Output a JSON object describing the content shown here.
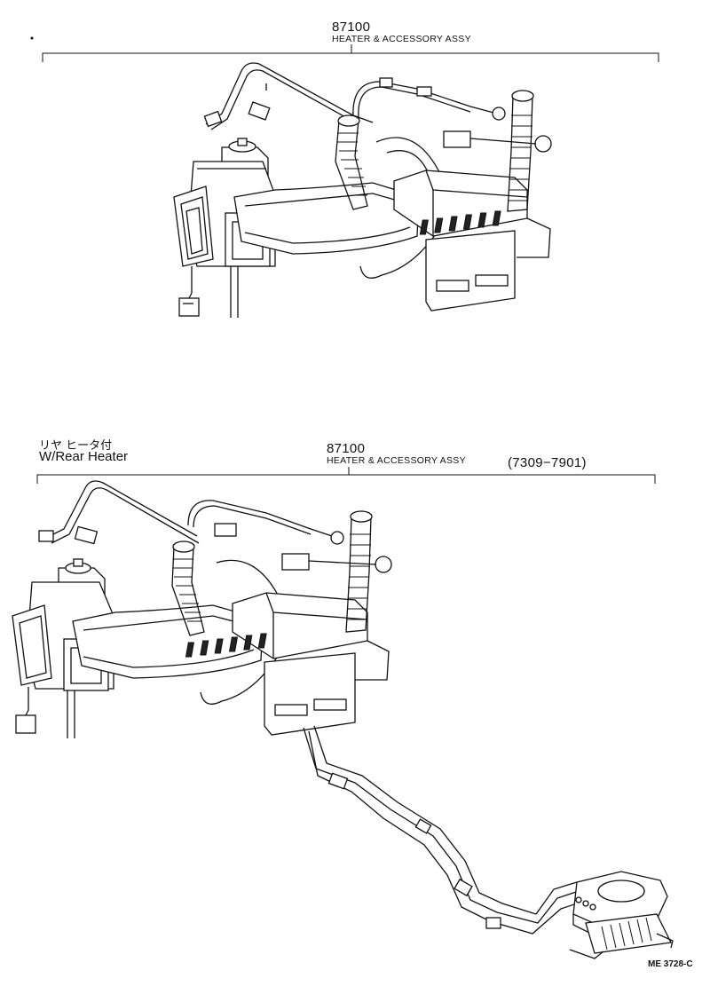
{
  "top_section": {
    "part_number": "87100",
    "part_name": "HEATER & ACCESSORY ASSY"
  },
  "bottom_section": {
    "variant_jp": "リヤ ヒータ付",
    "variant_en": "W/Rear Heater",
    "part_number": "87100",
    "part_name": "HEATER &  ACCESSORY ASSY",
    "date_range": "(7309−7901)"
  },
  "diagram_code": "ME 3728-C",
  "icons": [
    "heater-assembly-drawing",
    "rear-heater-unit-drawing"
  ]
}
